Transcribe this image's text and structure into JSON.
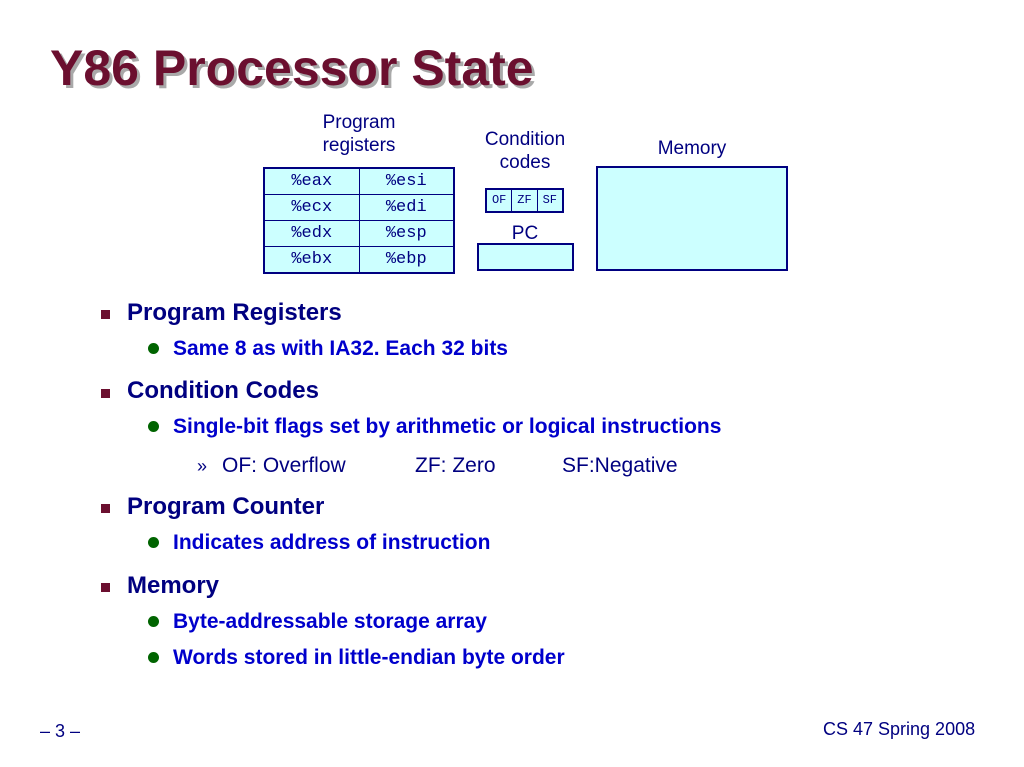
{
  "title": "Y86 Processor State",
  "diagram": {
    "program_registers_label": [
      "Program",
      "registers"
    ],
    "registers": [
      [
        "%eax",
        "%esi"
      ],
      [
        "%ecx",
        "%edi"
      ],
      [
        "%edx",
        "%esp"
      ],
      [
        "%ebx",
        "%ebp"
      ]
    ],
    "condition_codes_label": [
      "Condition",
      "codes"
    ],
    "flags": [
      "OF",
      "ZF",
      "SF"
    ],
    "pc_label": "PC",
    "memory_label": "Memory"
  },
  "bullets": [
    {
      "text": "Program Registers",
      "sub": [
        {
          "text": "Same 8 as with IA32.  Each 32 bits"
        }
      ]
    },
    {
      "text": "Condition Codes",
      "sub": [
        {
          "text": "Single-bit flags set by arithmetic or logical instructions"
        }
      ],
      "detail": {
        "marker": "»",
        "items": [
          "OF: Overflow",
          "ZF: Zero",
          "SF:Negative"
        ]
      }
    },
    {
      "text": "Program Counter",
      "sub": [
        {
          "text": "Indicates address of instruction"
        }
      ]
    },
    {
      "text": "Memory",
      "sub": [
        {
          "text": "Byte-addressable storage array"
        },
        {
          "text": "Words stored in little-endian byte order"
        }
      ]
    }
  ],
  "footer": {
    "page": "– 3 –",
    "course": "CS 47 Spring 2008"
  },
  "colors": {
    "title": "#6b0f2f",
    "box_fill": "#ccffff",
    "box_border": "#000080",
    "sub_bullet": "#0000cc",
    "square_marker": "#6b0f2f",
    "round_marker": "#006400"
  }
}
